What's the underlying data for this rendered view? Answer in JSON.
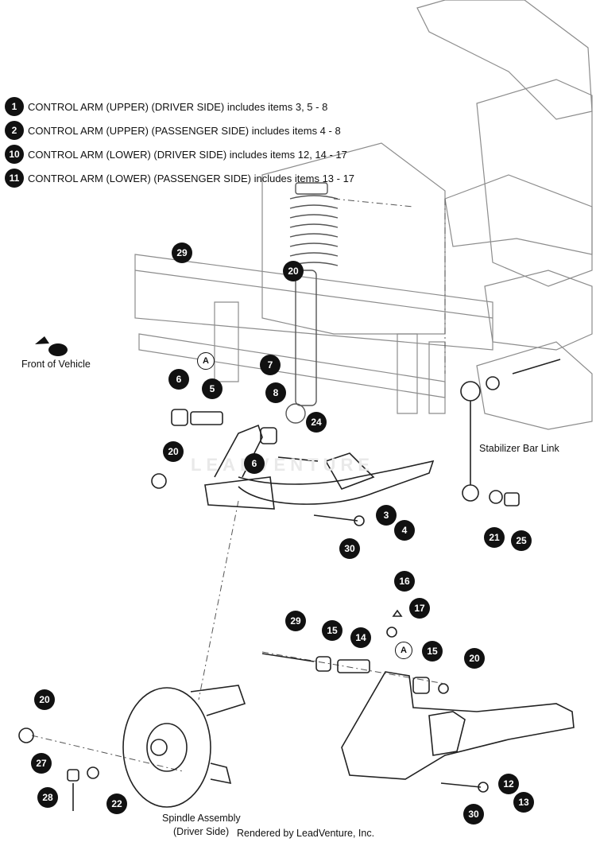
{
  "legend": [
    {
      "num": "1",
      "text": "CONTROL ARM (UPPER) (DRIVER SIDE) includes items 3, 5 - 8"
    },
    {
      "num": "2",
      "text": "CONTROL ARM (UPPER) (PASSENGER SIDE) includes items 4 - 8"
    },
    {
      "num": "10",
      "text": "CONTROL ARM (LOWER) (DRIVER SIDE) includes items 12, 14 - 17"
    },
    {
      "num": "11",
      "text": "CONTROL ARM (LOWER) (PASSENGER SIDE) includes items 13 - 17"
    }
  ],
  "labels": {
    "front_of_vehicle": "Front of Vehicle",
    "stabilizer_bar_link": "Stabilizer Bar Link",
    "spindle_line1": "Spindle Assembly",
    "spindle_line2": "(Driver Side)",
    "watermark": "LEADVENTURE"
  },
  "footer": "Rendered by LeadVenture, Inc.",
  "callouts": [
    "29",
    "20",
    "7",
    "8",
    "6",
    "5",
    "24",
    "20",
    "6",
    "3",
    "4",
    "30",
    "21",
    "25",
    "16",
    "17",
    "29",
    "15",
    "14",
    "15",
    "20",
    "20",
    "27",
    "22",
    "28",
    "12",
    "13",
    "30"
  ],
  "reference_markers": [
    "A",
    "A"
  ],
  "colors": {
    "ink": "#111111",
    "line": "#444444",
    "faint": "#9a9a9a"
  }
}
